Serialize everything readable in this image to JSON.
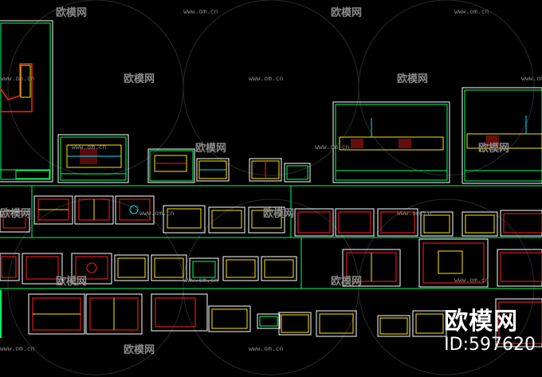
{
  "watermark": {
    "brand_text": "欧模网",
    "url_text": "www.om.cn"
  },
  "corner_brand": {
    "name": "欧模网",
    "id": "ID:597620"
  },
  "colors": {
    "background": "#000000",
    "frame": "#00ff66",
    "drawing_red": "#ff2020",
    "drawing_yellow": "#ffe600",
    "drawing_cyan": "#00e5ff",
    "drawing_white": "#ffffff",
    "watermark": "#8a8a8a"
  }
}
